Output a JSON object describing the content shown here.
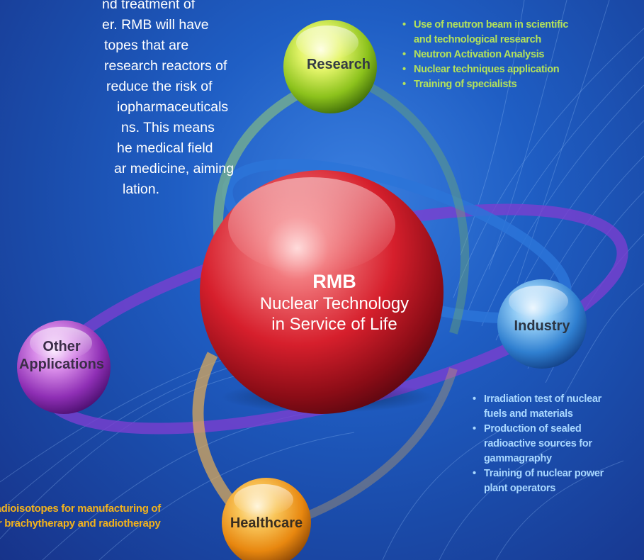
{
  "intro_lines": [
    "nd treatment of",
    "er. RMB will have",
    "topes that are",
    "research reactors of",
    "reduce the risk of",
    "iopharmaceuticals",
    "ns. This means",
    "he medical field",
    "ar medicine, aiming",
    "lation."
  ],
  "center": {
    "title": "RMB",
    "subtitle_line1": "Nuclear Technology",
    "subtitle_line2": "in Service of Life"
  },
  "spheres": {
    "research": "Research",
    "industry": "Industry",
    "other_line1": "Other",
    "other_line2": "Applications",
    "healthcare": "Healthcare"
  },
  "research_items": [
    "Use of neutron beam in scientific",
    "and technological research",
    "Neutron Activation Analysis",
    "Nuclear techniques application",
    "Training of specialists"
  ],
  "industry_items": [
    "Irradiation test of nuclear",
    "fuels and materials",
    "Production of sealed",
    "radioactive sources for",
    "gammagraphy",
    "Training of nuclear power",
    "plant operators"
  ],
  "healthcare_items": [
    "radioisotopes for manufacturing of",
    "or brachytherapy and radiotherapy"
  ],
  "colors": {
    "research_green": "#b3e25a",
    "industry_blue": "#a9d8ff",
    "healthcare_orange": "#f2b21c",
    "center_red": "#d81e2a"
  }
}
